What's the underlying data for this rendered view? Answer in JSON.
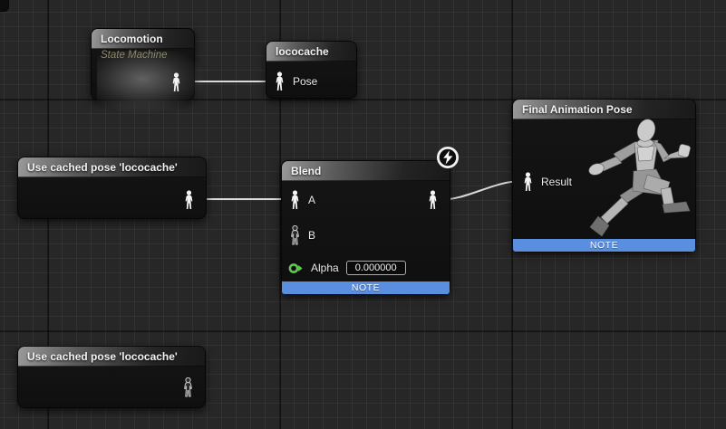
{
  "graph": {
    "nodes": {
      "locomotion": {
        "title": "Locomotion",
        "subtitle": "State Machine"
      },
      "lococache": {
        "title": "lococache",
        "pose_pin_label": "Pose"
      },
      "use_cached_pose_top": {
        "title": "Use cached pose 'lococache'"
      },
      "blend": {
        "title": "Blend",
        "pin_a_label": "A",
        "pin_b_label": "B",
        "alpha_label": "Alpha",
        "alpha_value": "0.000000",
        "note_label": "NOTE"
      },
      "final_animation_pose": {
        "title": "Final Animation Pose",
        "result_pin_label": "Result",
        "note_label": "NOTE"
      },
      "use_cached_pose_bottom": {
        "title": "Use cached pose 'lococache'"
      }
    },
    "colors": {
      "background": "#272727",
      "note_bar_blue": "#5a8edf",
      "float_pin_green": "#5fc94e",
      "wire": "#d9d9d9",
      "subtitle_olive": "#8f8c68"
    }
  }
}
